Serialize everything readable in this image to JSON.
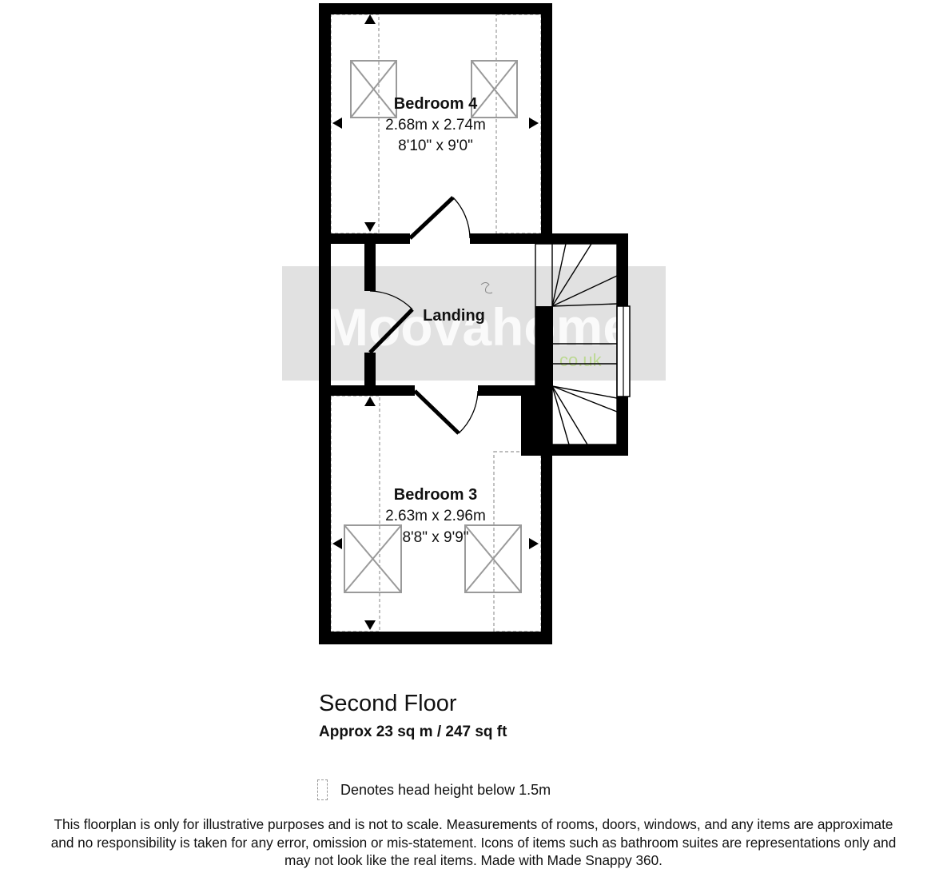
{
  "rooms": {
    "bedroom4": {
      "name": "Bedroom 4",
      "metric": "2.68m x 2.74m",
      "imperial": "8'10\" x 9'0\""
    },
    "landing": {
      "name": "Landing"
    },
    "bedroom3": {
      "name": "Bedroom 3",
      "metric": "2.63m x 2.96m",
      "imperial": "8'8\" x 9'9\""
    }
  },
  "watermark": {
    "brand": "Moovahome",
    "domain": "co.uk"
  },
  "floor": {
    "title": "Second Floor",
    "area": "Approx 23 sq m / 247 sq ft"
  },
  "legend": {
    "text": "Denotes head height below 1.5m"
  },
  "disclaimer": {
    "line1": "This floorplan is only for illustrative purposes and is not to scale. Measurements of rooms, doors, windows, and any items are approximate",
    "line2": "and no responsibility is taken for any error, omission or mis-statement. Icons of items such as bathroom suites are representations only and",
    "line3": "may not look like the real items. Made with Made Snappy 360."
  },
  "colors": {
    "wall": "#000000",
    "watermark_bg": "#c8c8c8",
    "watermark_accent": "#8cc63f",
    "dashed": "#9a9a9a"
  }
}
